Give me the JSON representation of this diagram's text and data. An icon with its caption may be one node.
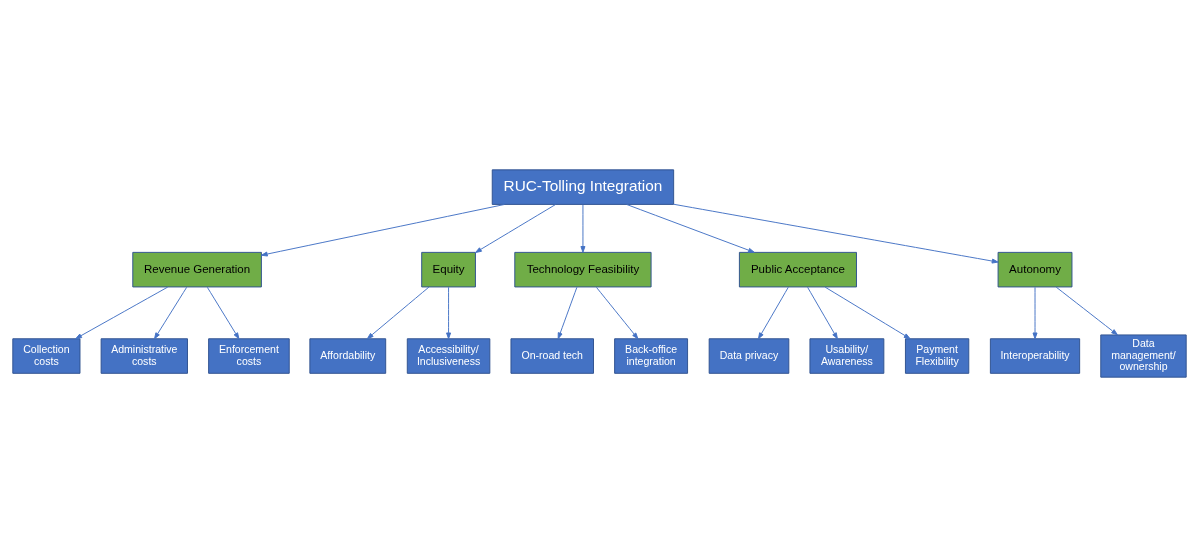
{
  "diagram": {
    "nodes": [
      {
        "text": [
          "RUC-Tolling Integration"
        ]
      },
      {
        "text": [
          "Revenue Generation"
        ]
      },
      {
        "text": [
          "Equity"
        ]
      },
      {
        "text": [
          "Technology Feasibility"
        ]
      },
      {
        "text": [
          "Public Acceptance"
        ]
      },
      {
        "text": [
          "Autonomy"
        ]
      },
      {
        "text": [
          "Collection costs"
        ]
      },
      {
        "text": [
          "Administrative costs"
        ]
      },
      {
        "text": [
          "Enforcement costs"
        ]
      },
      {
        "text": [
          "Affordability"
        ]
      },
      {
        "text": [
          "Accessibility/ Inclusiveness"
        ]
      },
      {
        "text": [
          "On-road tech"
        ]
      },
      {
        "text": [
          "Back-office integration"
        ]
      },
      {
        "text": [
          "Data privacy"
        ]
      },
      {
        "text": [
          "Usability/ Awareness"
        ]
      },
      {
        "text": [
          "Payment Flexibility"
        ]
      },
      {
        "text": [
          "Interoperability"
        ]
      },
      {
        "text": [
          "Data management/ ownership"
        ]
      }
    ],
    "edges": [
      {
        "from": 0,
        "to": 1,
        "arrow": "to"
      },
      {
        "from": 0,
        "to": 2,
        "arrow": "to"
      },
      {
        "from": 0,
        "to": 3,
        "arrow": "to"
      },
      {
        "from": 0,
        "to": 4,
        "arrow": "to"
      },
      {
        "from": 0,
        "to": 5,
        "arrow": "to"
      },
      {
        "from": 1,
        "to": 6,
        "arrow": "to"
      },
      {
        "from": 1,
        "to": 7,
        "arrow": "to"
      },
      {
        "from": 1,
        "to": 8,
        "arrow": "to"
      },
      {
        "from": 2,
        "to": 9,
        "arrow": "to"
      },
      {
        "from": 2,
        "to": 10,
        "arrow": "to"
      },
      {
        "from": 3,
        "to": 11,
        "arrow": "to"
      },
      {
        "from": 3,
        "to": 12,
        "arrow": "to"
      },
      {
        "from": 4,
        "to": 13,
        "arrow": "to"
      },
      {
        "from": 4,
        "to": 14,
        "arrow": "to"
      },
      {
        "from": 4,
        "to": 15,
        "arrow": "to"
      },
      {
        "from": 5,
        "to": 16,
        "arrow": "to"
      },
      {
        "from": 5,
        "to": 17,
        "arrow": "to"
      }
    ]
  }
}
